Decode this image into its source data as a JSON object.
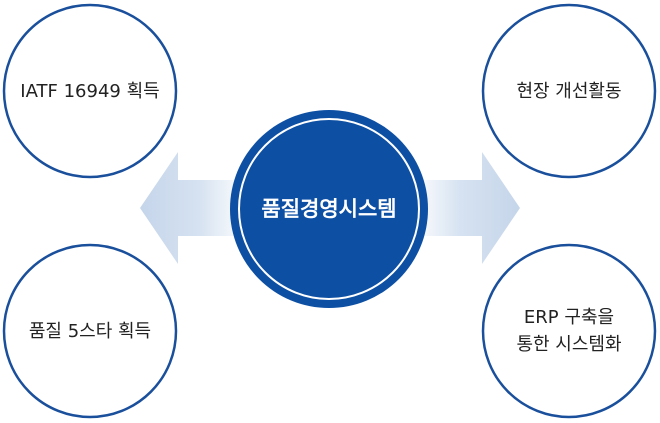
{
  "diagram": {
    "center": {
      "label": "품질경영시스템"
    },
    "nodes": [
      {
        "id": "top-left",
        "lines": [
          "IATF 16949 획득"
        ]
      },
      {
        "id": "bottom-left",
        "lines": [
          "품질 5스타 획득"
        ]
      },
      {
        "id": "top-right",
        "lines": [
          "현장 개선활동"
        ]
      },
      {
        "id": "bottom-right",
        "lines": [
          "ERP 구축을",
          "통한 시스템화"
        ]
      }
    ],
    "colors": {
      "primary": "#0d4fa3",
      "outline": "#1a4f9c",
      "arrow": "#c9d7ea"
    }
  }
}
